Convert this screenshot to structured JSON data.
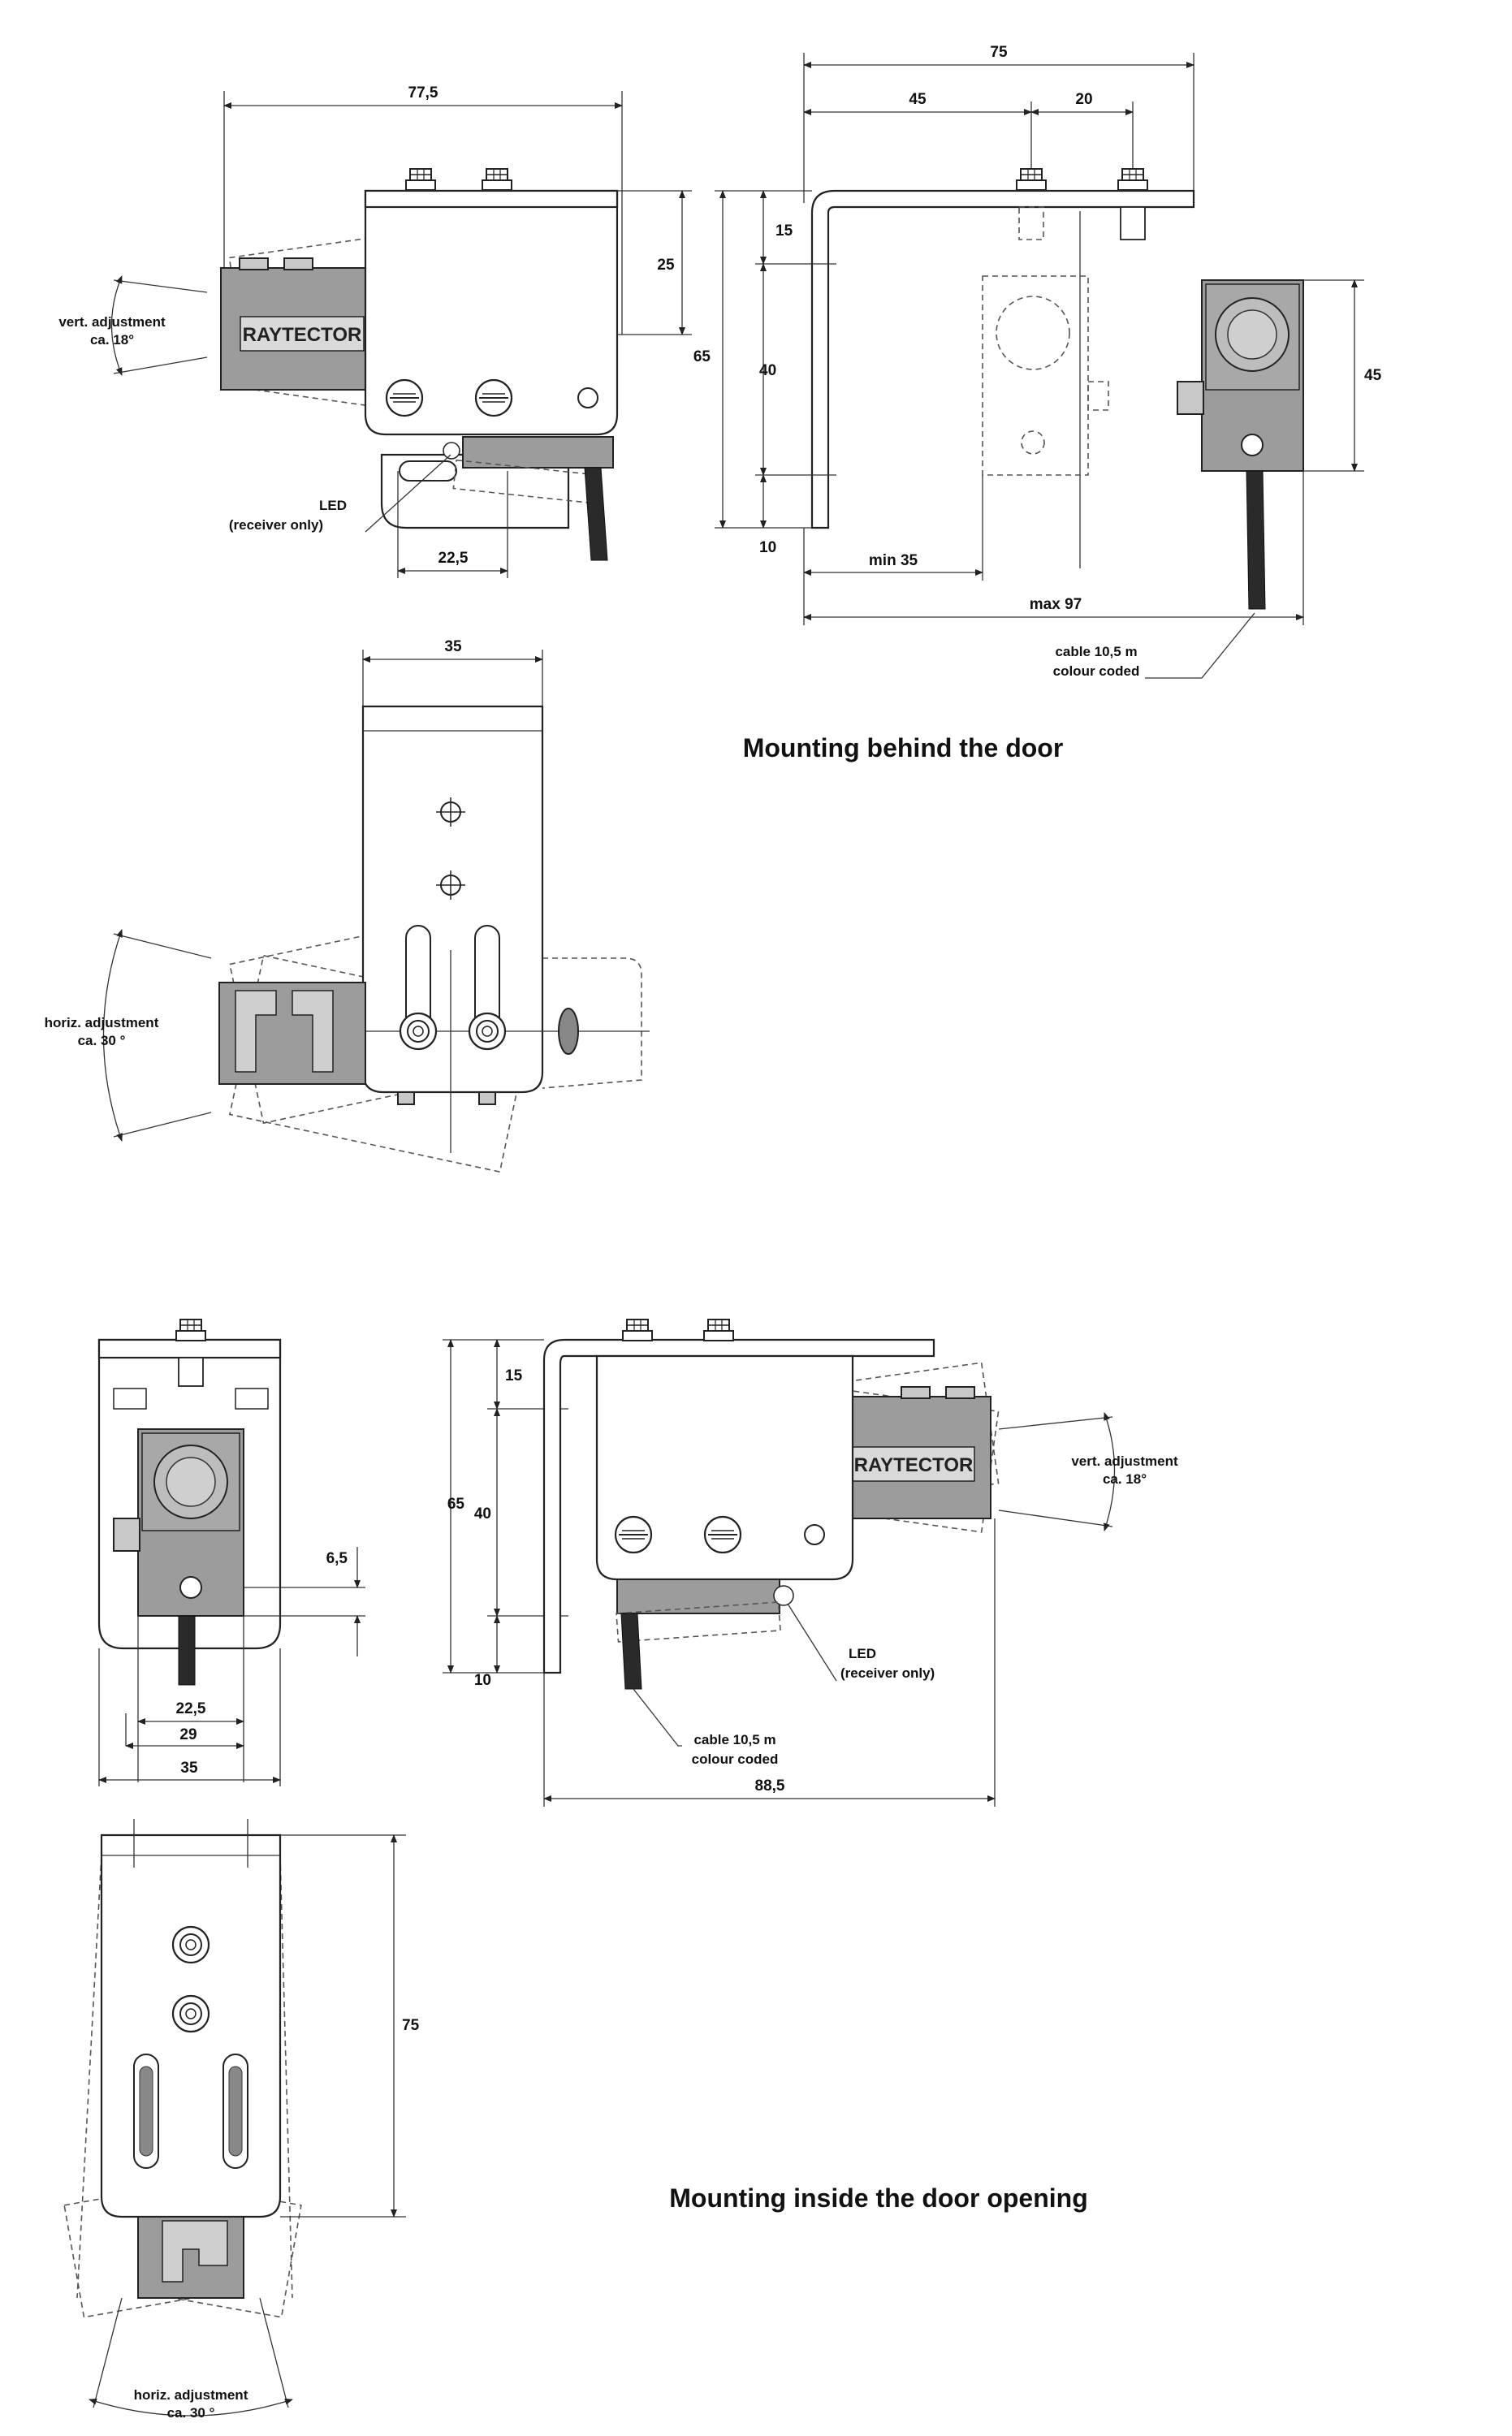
{
  "captions": {
    "behind": "Mounting behind the door",
    "inside": "Mounting inside the door opening"
  },
  "brand": "RAYTECTOR",
  "top_side": {
    "width": "77,5",
    "height": "25",
    "vert_adjust": [
      "vert. adjustment",
      "ca. 18°"
    ],
    "led": [
      "LED",
      "(receiver only)"
    ],
    "offset": "22,5"
  },
  "top_right": {
    "total_width": "75",
    "left": "45",
    "right": "20",
    "heights": [
      "15",
      "40",
      "10"
    ],
    "total_height": "65",
    "sensor_height": "45",
    "min": "min 35",
    "max": "max 97",
    "cable": [
      "cable 10,5 m",
      "colour coded"
    ]
  },
  "top_plan": {
    "width": "35",
    "horz_adjust": [
      "horiz. adjustment",
      "ca. 30 °"
    ]
  },
  "bottom_front": {
    "offset": "6,5",
    "dims": [
      "22,5",
      "29",
      "35"
    ]
  },
  "bottom_side": {
    "heights": [
      "15",
      "40",
      "10"
    ],
    "total_height": "65",
    "vert_adjust": [
      "vert. adjustment",
      "ca. 18°"
    ],
    "led": [
      "LED",
      "(receiver only)"
    ],
    "cable": [
      "cable 10,5 m",
      "colour coded"
    ],
    "width": "88,5"
  },
  "bottom_plan": {
    "height": "75",
    "horz_adjust": [
      "horiz. adjustment",
      "ca. 30 °"
    ]
  }
}
